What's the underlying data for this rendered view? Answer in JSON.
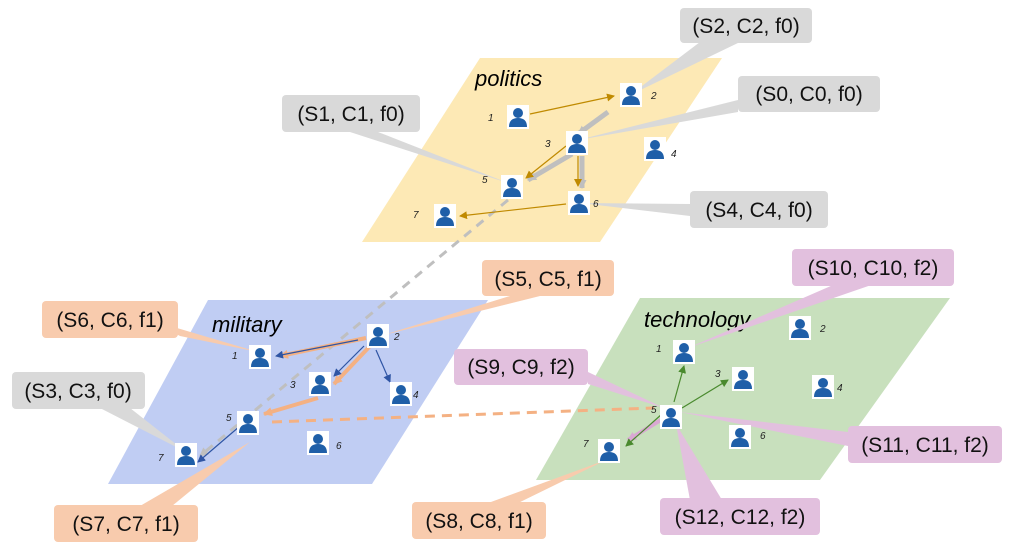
{
  "planes": [
    {
      "id": "politics",
      "title": "politics",
      "color": "#fde9b5"
    },
    {
      "id": "military",
      "title": "military",
      "color": "#c0cdf3"
    },
    {
      "id": "technology",
      "title": "technology",
      "color": "#c8e0bd"
    }
  ],
  "users": [
    {
      "plane": "politics",
      "num": "1"
    },
    {
      "plane": "politics",
      "num": "2"
    },
    {
      "plane": "politics",
      "num": "3"
    },
    {
      "plane": "politics",
      "num": "4"
    },
    {
      "plane": "politics",
      "num": "5"
    },
    {
      "plane": "politics",
      "num": "6"
    },
    {
      "plane": "politics",
      "num": "7"
    },
    {
      "plane": "military",
      "num": "1"
    },
    {
      "plane": "military",
      "num": "2"
    },
    {
      "plane": "military",
      "num": "3"
    },
    {
      "plane": "military",
      "num": "4"
    },
    {
      "plane": "military",
      "num": "5"
    },
    {
      "plane": "military",
      "num": "6"
    },
    {
      "plane": "military",
      "num": "7"
    },
    {
      "plane": "technology",
      "num": "1"
    },
    {
      "plane": "technology",
      "num": "2"
    },
    {
      "plane": "technology",
      "num": "3"
    },
    {
      "plane": "technology",
      "num": "4"
    },
    {
      "plane": "technology",
      "num": "5"
    },
    {
      "plane": "technology",
      "num": "6"
    },
    {
      "plane": "technology",
      "num": "7"
    }
  ],
  "callouts": [
    {
      "label": "(S0, C0, f0)",
      "group": "f0"
    },
    {
      "label": "(S1, C1, f0)",
      "group": "f0"
    },
    {
      "label": "(S2, C2, f0)",
      "group": "f0"
    },
    {
      "label": "(S3, C3, f0)",
      "group": "f0"
    },
    {
      "label": "(S4, C4, f0)",
      "group": "f0"
    },
    {
      "label": "(S5, C5, f1)",
      "group": "f1"
    },
    {
      "label": "(S6, C6, f1)",
      "group": "f1"
    },
    {
      "label": "(S7, C7, f1)",
      "group": "f1"
    },
    {
      "label": "(S8, C8, f1)",
      "group": "f1"
    },
    {
      "label": "(S9, C9, f2)",
      "group": "f2"
    },
    {
      "label": "(S10, C10, f2)",
      "group": "f2"
    },
    {
      "label": "(S11, C11, f2)",
      "group": "f2"
    },
    {
      "label": "(S12, C12, f2)",
      "group": "f2"
    }
  ],
  "colors": {
    "f0": "#d9d9d9",
    "f1": "#f8cbad",
    "f2": "#e2c0de",
    "politics_edge": "#c08a00",
    "military_edge": "#2f55a4",
    "technology_edge": "#4a8a2e",
    "user_icon": "#1f5fa8"
  }
}
